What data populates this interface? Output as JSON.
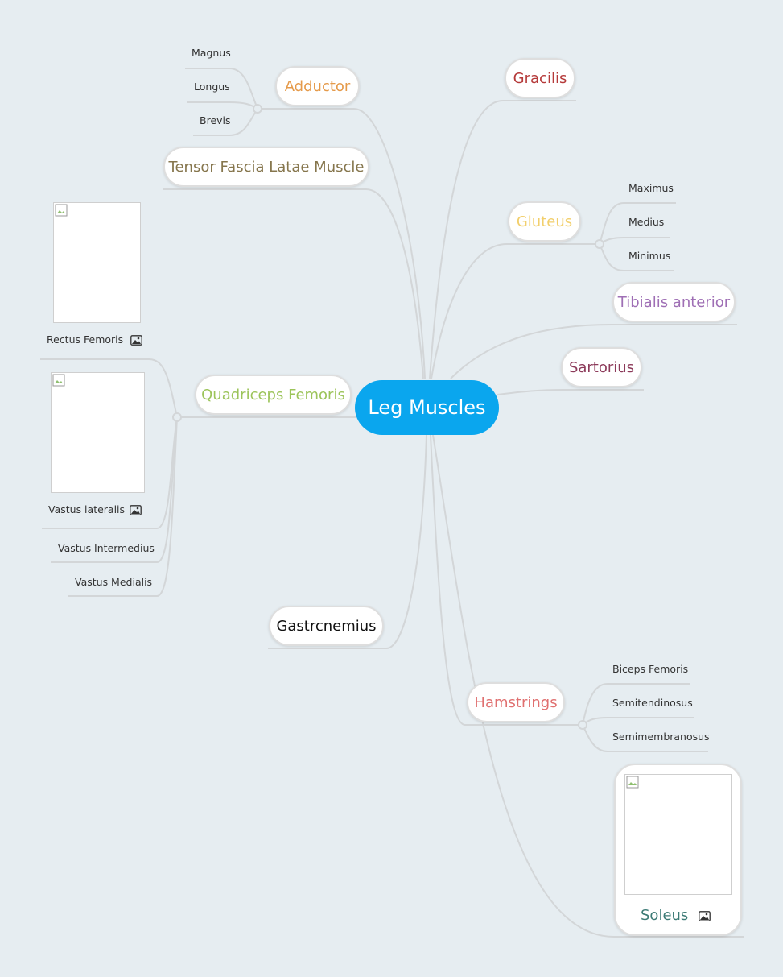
{
  "root": {
    "label": "Leg Muscles",
    "color": "#0aa6ee"
  },
  "topics": {
    "adductor": {
      "label": "Adductor",
      "color": "#e59a4a",
      "children": [
        "Magnus",
        "Longus",
        "Brevis"
      ]
    },
    "tensor": {
      "label": "Tensor Fascia Latae Muscle",
      "color": "#86764d"
    },
    "quadriceps": {
      "label": "Quadriceps Femoris",
      "color": "#9cc45a",
      "children": [
        "Rectus Femoris",
        "Vastus lateralis",
        "Vastus Intermedius",
        "Vastus Medialis"
      ]
    },
    "gastrocnemius": {
      "label": "Gastrcnemius",
      "color": "#111111"
    },
    "gracilis": {
      "label": "Gracilis",
      "color": "#b53a3a"
    },
    "gluteus": {
      "label": "Gluteus",
      "color": "#f2cf6c",
      "children": [
        "Maximus",
        "Medius",
        "Minimus"
      ]
    },
    "tibialis": {
      "label": "Tibialis anterior",
      "color": "#9f6fb5"
    },
    "sartorius": {
      "label": "Sartorius",
      "color": "#8c3a5a"
    },
    "hamstrings": {
      "label": "Hamstrings",
      "color": "#e07070",
      "children": [
        "Biceps Femoris",
        "Semitendinosus",
        "Semimembranosus"
      ]
    },
    "soleus": {
      "label": "Soleus",
      "color": "#3d7b76"
    }
  },
  "icons": {
    "image": "image-icon",
    "broken_image": "broken-image-icon"
  },
  "colors": {
    "background": "#e6edf1",
    "connector": "#d3d6d8"
  }
}
